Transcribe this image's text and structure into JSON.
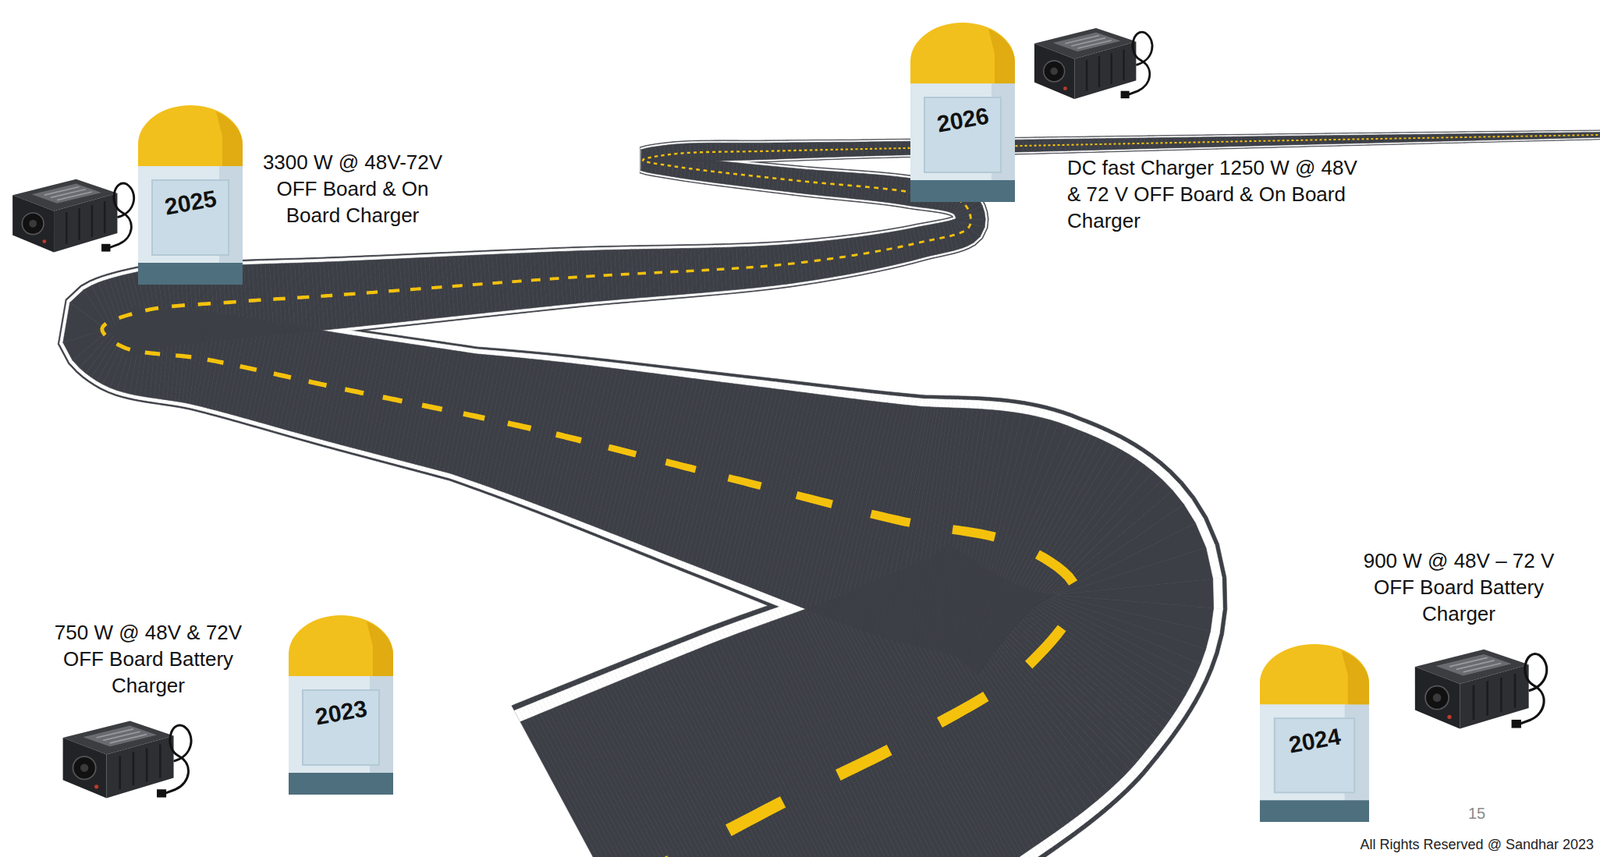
{
  "diagram": {
    "nodes": [
      {
        "text": [
          "2023"
        ]
      },
      {
        "text": [
          "2024"
        ]
      },
      {
        "text": [
          "2025"
        ]
      },
      {
        "text": [
          "2026"
        ]
      }
    ],
    "labels": [
      "750 W @ 48V & 72V OFF Board Battery Charger",
      "900 W @ 48V – 72 V OFF Board Battery Charger",
      "3300 W @ 48V-72V OFF Board & On Board Charger",
      "DC fast Charger 1250 W @ 48V & 72 V OFF Board & On Board Charger",
      "15",
      "All Rights Reserved @ Sandhar 2023"
    ]
  }
}
